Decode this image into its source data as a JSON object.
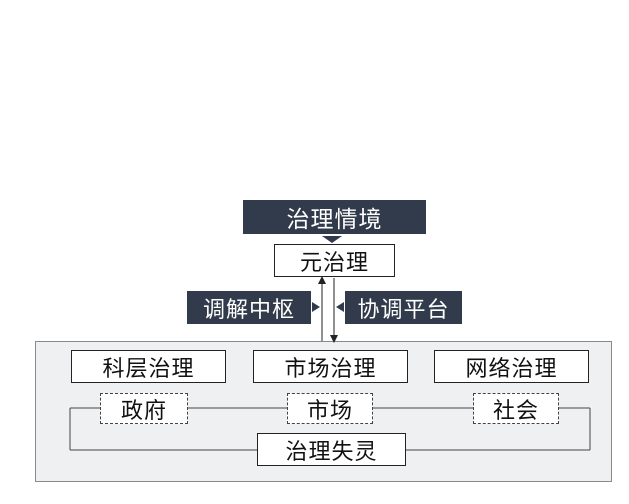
{
  "diagram": {
    "context_label": "治理情境",
    "meta_label": "元治理",
    "mediation_label": "调解中枢",
    "coordination_label": "协调平台",
    "governance_modes": [
      "科层治理",
      "市场治理",
      "网络治理"
    ],
    "actors": [
      "政府",
      "市场",
      "社会"
    ],
    "failure_label": "治理失灵"
  },
  "colors": {
    "dark_fill": "#323b4b",
    "panel_fill": "#eef0f2"
  }
}
